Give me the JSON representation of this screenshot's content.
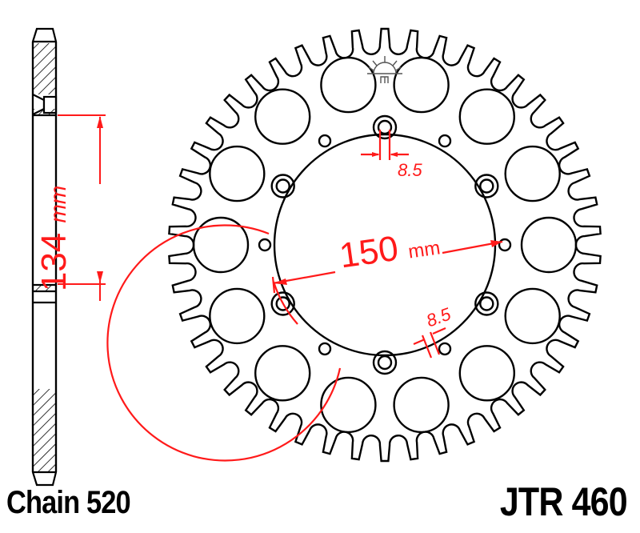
{
  "diagram": {
    "part_number": "JTR 460",
    "chain_label": "Chain 520",
    "dimensions": {
      "hub_height": {
        "value": "134",
        "unit": "mm"
      },
      "pcd": {
        "value": "150",
        "unit": "mm"
      },
      "bolt_hole_top": "8.5",
      "bolt_hole_bottom": "8.5"
    },
    "geometry": {
      "teeth": 46,
      "lightening_holes": 14,
      "bolt_holes": 6,
      "small_holes": 6
    },
    "colors": {
      "outline": "#000000",
      "dimension": "#ff1a1a",
      "background": "#ffffff"
    },
    "logo_icon": "sun-logo-icon"
  }
}
